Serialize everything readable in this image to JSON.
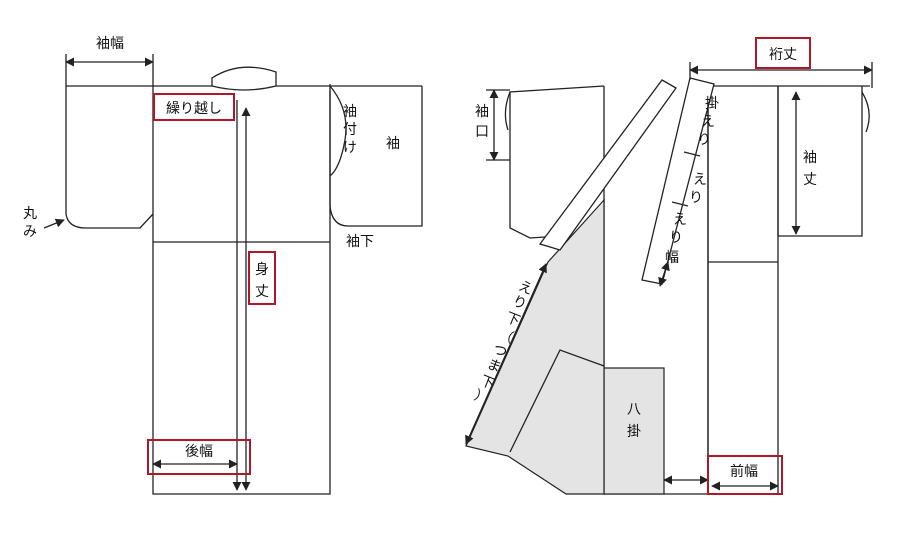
{
  "labels": {
    "sode_haba": "袖幅",
    "kuri_koshi": "繰り越し",
    "sode_tsuke": [
      "袖",
      "付",
      "け"
    ],
    "sode": "袖",
    "maru_mi": [
      "丸",
      "み"
    ],
    "sode_shita": "袖下",
    "mi_take": [
      "身",
      "丈"
    ],
    "ushiro_haba": "後幅",
    "yuki_take": "裄丈",
    "sode_guchi": [
      "袖",
      "口"
    ],
    "sode_take": [
      "袖",
      "丈"
    ],
    "kake_eri": [
      "掛",
      "え",
      "り"
    ],
    "eri": [
      "え",
      "り"
    ],
    "eri_haba": [
      "え",
      "り",
      "幅"
    ],
    "eri_shita": [
      "え",
      "り",
      "下",
      "（",
      "つ",
      "ま",
      "下",
      "）"
    ],
    "hakkake": [
      "八",
      "掛"
    ],
    "mae_haba": "前幅"
  },
  "colors": {
    "highlight_box": "#b0182a",
    "lining_fill": "#e4e4e4",
    "line": "#222222"
  }
}
